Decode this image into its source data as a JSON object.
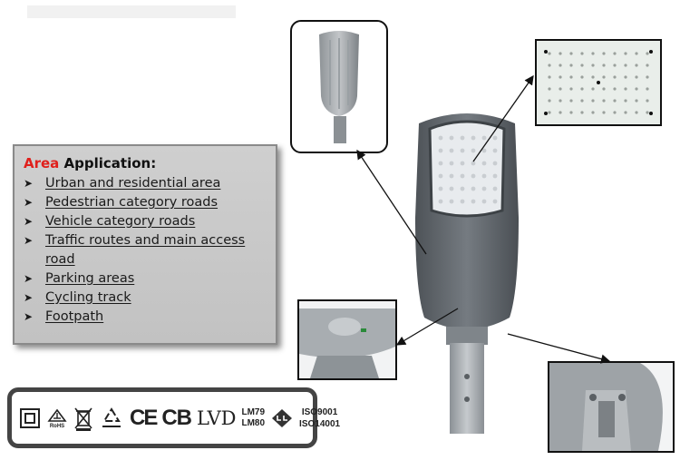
{
  "application": {
    "title_highlight": "Area",
    "title_rest": " Application:",
    "items": [
      "Urban and residential area",
      "Pedestrian category roads",
      "Vehicle category roads",
      "Traffic routes and main access road",
      "Parking areas",
      "Cycling track",
      "Footpath"
    ]
  },
  "certifications": {
    "rohs": "RoHS",
    "ce": "CE",
    "cb": "CB",
    "lvd": "LVD",
    "lm79": "LM79",
    "lm80": "LM80",
    "iso9001": "ISO9001",
    "iso14001": "ISO14001"
  },
  "icons": {
    "bullet": "arrowhead-bullet-icon",
    "class2": "double-square-icon",
    "weee": "crossed-bin-icon",
    "recycle": "recycle-icon",
    "ul": "ul-mark-icon"
  },
  "colors": {
    "highlight": "#e0201c",
    "panel": "#c8c8c8",
    "lamp_body": "#6e747a"
  }
}
